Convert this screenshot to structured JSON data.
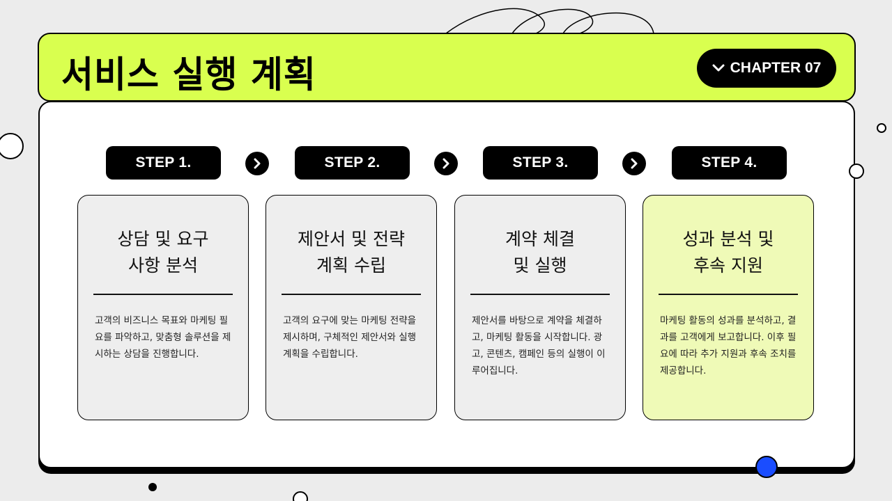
{
  "header": {
    "title": "서비스 실행 계획",
    "chapter_label": "CHAPTER 07"
  },
  "steps": [
    {
      "label": "STEP 1.",
      "title": "상담 및 요구\n사항 분석",
      "description": "고객의 비즈니스 목표와 마케팅 필요를 파악하고, 맞춤형 솔루션을 제시하는 상담을 진행합니다."
    },
    {
      "label": "STEP 2.",
      "title": "제안서 및 전략\n계획 수립",
      "description": "고객의 요구에 맞는 마케팅 전략을 제시하며, 구체적인 제안서와 실행 계획을 수립합니다."
    },
    {
      "label": "STEP 3.",
      "title": "계약 체결\n및 실행",
      "description": "제안서를 바탕으로 계약을 체결하고, 마케팅 활동을 시작합니다. 광고, 콘텐츠, 캠페인 등의 실행이 이루어집니다."
    },
    {
      "label": "STEP 4.",
      "title": "성과 분석 및\n후속 지원",
      "description": "마케팅 활동의 성과를 분석하고, 결과를 고객에게 보고합니다. 이후 필요에 따라 추가 지원과 후속 조치를 제공합니다."
    }
  ],
  "colors": {
    "accent": "#d9ff4f",
    "highlight_card": "#effab7",
    "card": "#eeeeee",
    "dot_blue": "#1a4dff"
  },
  "icons": {
    "chapter": "chevron-down-icon",
    "step_arrow": "chevron-right-icon"
  }
}
